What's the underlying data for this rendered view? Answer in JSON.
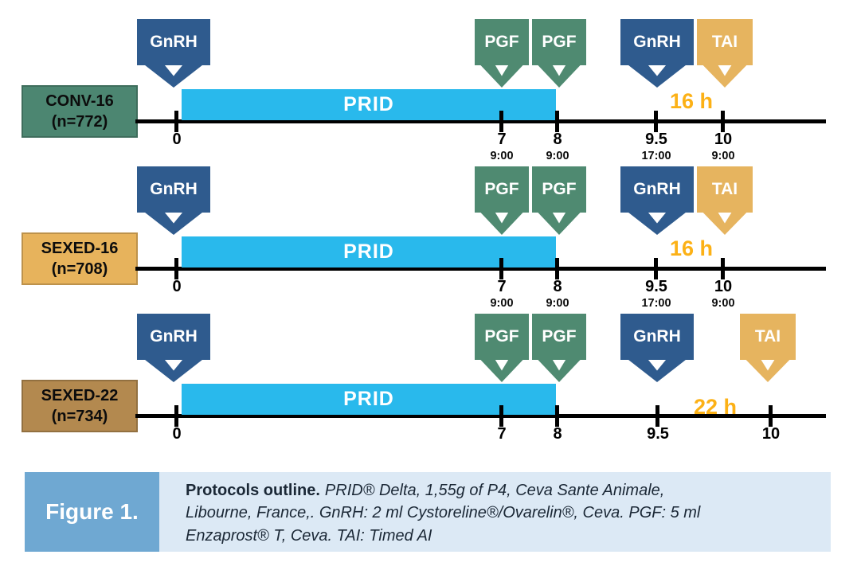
{
  "colors": {
    "navy": "#2F5B8E",
    "green": "#4F8A71",
    "gold": "#E6B45F",
    "cyan": "#29B9EC",
    "label_green": "#4C8671",
    "label_gold": "#E7B35C",
    "label_brown": "#B3894F",
    "accent_orange": "#FCB116",
    "figure_box_blue": "#6FA8D2",
    "caption_bg": "#DCE9F5",
    "caption_text": "#1B2836",
    "timeline_black": "#000000"
  },
  "protocols": [
    {
      "name": "CONV-16",
      "n": "(n=772)",
      "prid": "PRID",
      "interval": "16 h",
      "events": [
        {
          "label": "GnRH",
          "day": "0"
        },
        {
          "label": "PGF",
          "day": "7"
        },
        {
          "label": "PGF",
          "day": "8"
        },
        {
          "label": "GnRH",
          "day": "9.5"
        },
        {
          "label": "TAI",
          "day": "10"
        }
      ],
      "ticks": [
        {
          "day": "0"
        },
        {
          "day": "7",
          "time": "9:00"
        },
        {
          "day": "8",
          "time": "9:00"
        },
        {
          "day": "9.5",
          "time": "17:00"
        },
        {
          "day": "10",
          "time": "9:00"
        }
      ]
    },
    {
      "name": "SEXED-16",
      "n": "(n=708)",
      "prid": "PRID",
      "interval": "16 h",
      "events": [
        {
          "label": "GnRH",
          "day": "0"
        },
        {
          "label": "PGF",
          "day": "7"
        },
        {
          "label": "PGF",
          "day": "8"
        },
        {
          "label": "GnRH",
          "day": "9.5"
        },
        {
          "label": "TAI",
          "day": "10"
        }
      ],
      "ticks": [
        {
          "day": "0"
        },
        {
          "day": "7",
          "time": "9:00"
        },
        {
          "day": "8",
          "time": "9:00"
        },
        {
          "day": "9.5",
          "time": "17:00"
        },
        {
          "day": "10",
          "time": "9:00"
        }
      ]
    },
    {
      "name": "SEXED-22",
      "n": "(n=734)",
      "prid": "PRID",
      "interval": "22 h",
      "events": [
        {
          "label": "GnRH",
          "day": "0"
        },
        {
          "label": "PGF",
          "day": "7"
        },
        {
          "label": "PGF",
          "day": "8"
        },
        {
          "label": "GnRH",
          "day": "9.5"
        },
        {
          "label": "TAI",
          "day": "10"
        }
      ],
      "ticks": [
        {
          "day": "0"
        },
        {
          "day": "7"
        },
        {
          "day": "8"
        },
        {
          "day": "9.5"
        },
        {
          "day": "10"
        }
      ]
    }
  ],
  "caption": {
    "label": "Figure 1.",
    "title": "Protocols outline.",
    "line1": "PRID® Delta, 1,55g of P4, Ceva Sante Animale,",
    "line2": "Libourne, France,. GnRH: 2 ml Cystoreline®/Ovarelin®, Ceva. PGF: 5 ml",
    "line3": "Enzaprost® T, Ceva. TAI: Timed AI"
  }
}
